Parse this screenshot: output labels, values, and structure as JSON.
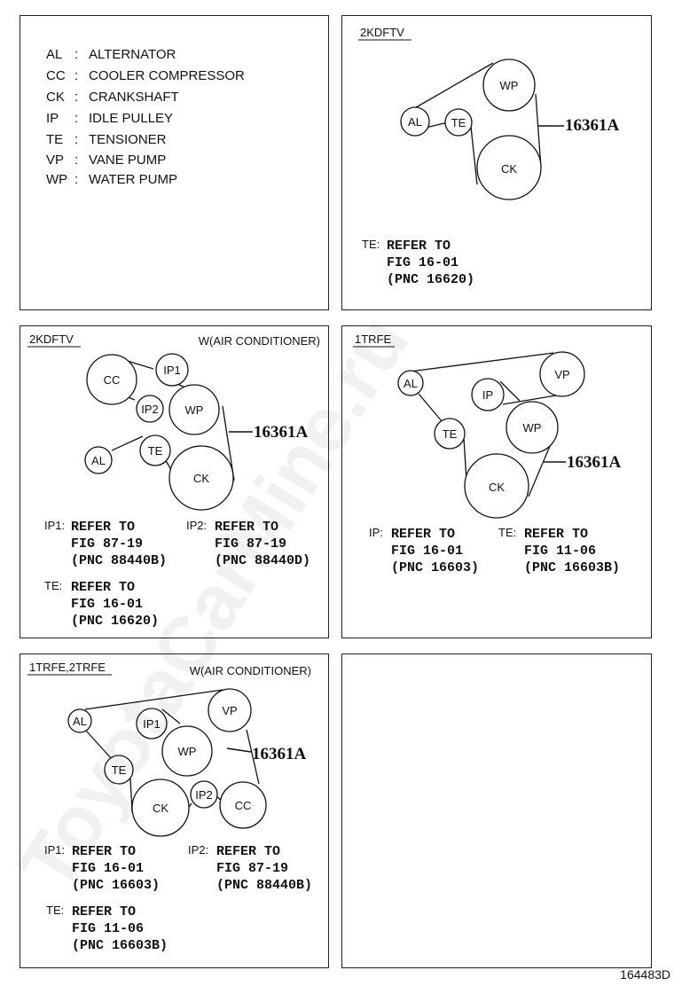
{
  "legend": [
    {
      "code": "AL",
      "sep": ":",
      "name": "ALTERNATOR"
    },
    {
      "code": "CC",
      "sep": ":",
      "name": "COOLER COMPRESSOR"
    },
    {
      "code": "CK",
      "sep": ":",
      "name": "CRANKSHAFT"
    },
    {
      "code": "IP",
      "sep": ":",
      "name": "IDLE PULLEY"
    },
    {
      "code": "TE",
      "sep": ":",
      "name": "TENSIONER"
    },
    {
      "code": "VP",
      "sep": ":",
      "name": "VANE PUMP"
    },
    {
      "code": "WP",
      "sep": ":",
      "name": "WATER PUMP"
    }
  ],
  "part_number": "16361A",
  "watermark": "ToyotaCarMine.ru",
  "figure_id": "164483D",
  "panels": {
    "p1": {
      "engine": "2KDFTV",
      "pulleys": {
        "al": "AL",
        "te": "TE",
        "wp": "WP",
        "ck": "CK"
      },
      "notes": [
        {
          "tag": "TE:",
          "lines": [
            "REFER TO",
            "FIG 16-01",
            "(PNC 16620)"
          ]
        }
      ]
    },
    "p2": {
      "engine": "2KDFTV",
      "condition": "W(AIR CONDITIONER)",
      "pulleys": {
        "cc": "CC",
        "ip1": "IP1",
        "ip2": "IP2",
        "wp": "WP",
        "al": "AL",
        "te": "TE",
        "ck": "CK"
      },
      "notes": [
        {
          "tag": "IP1:",
          "lines": [
            "REFER TO",
            "FIG 87-19",
            "(PNC 88440B)"
          ]
        },
        {
          "tag": "IP2:",
          "lines": [
            "REFER TO",
            "FIG 87-19",
            "(PNC 88440D)"
          ]
        },
        {
          "tag": "TE:",
          "lines": [
            "REFER TO",
            "FIG 16-01",
            "(PNC 16620)"
          ]
        }
      ]
    },
    "p3": {
      "engine": "1TRFE",
      "pulleys": {
        "al": "AL",
        "vp": "VP",
        "ip": "IP",
        "te": "TE",
        "wp": "WP",
        "ck": "CK"
      },
      "notes": [
        {
          "tag": "IP:",
          "lines": [
            "REFER TO",
            "FIG 16-01",
            "(PNC 16603)"
          ]
        },
        {
          "tag": "TE:",
          "lines": [
            "REFER TO",
            "FIG 11-06",
            "(PNC 16603B)"
          ]
        }
      ]
    },
    "p4": {
      "engine": "1TRFE,2TRFE",
      "condition": "W(AIR CONDITIONER)",
      "pulleys": {
        "al": "AL",
        "ip1": "IP1",
        "vp": "VP",
        "wp": "WP",
        "te": "TE",
        "ck": "CK",
        "ip2": "IP2",
        "cc": "CC"
      },
      "notes": [
        {
          "tag": "IP1:",
          "lines": [
            "REFER TO",
            "FIG 16-01",
            "(PNC 16603)"
          ]
        },
        {
          "tag": "IP2:",
          "lines": [
            "REFER TO",
            "FIG 87-19",
            "(PNC 88440B)"
          ]
        },
        {
          "tag": "TE:",
          "lines": [
            "REFER TO",
            "FIG 11-06",
            "(PNC 16603B)"
          ]
        }
      ]
    }
  }
}
